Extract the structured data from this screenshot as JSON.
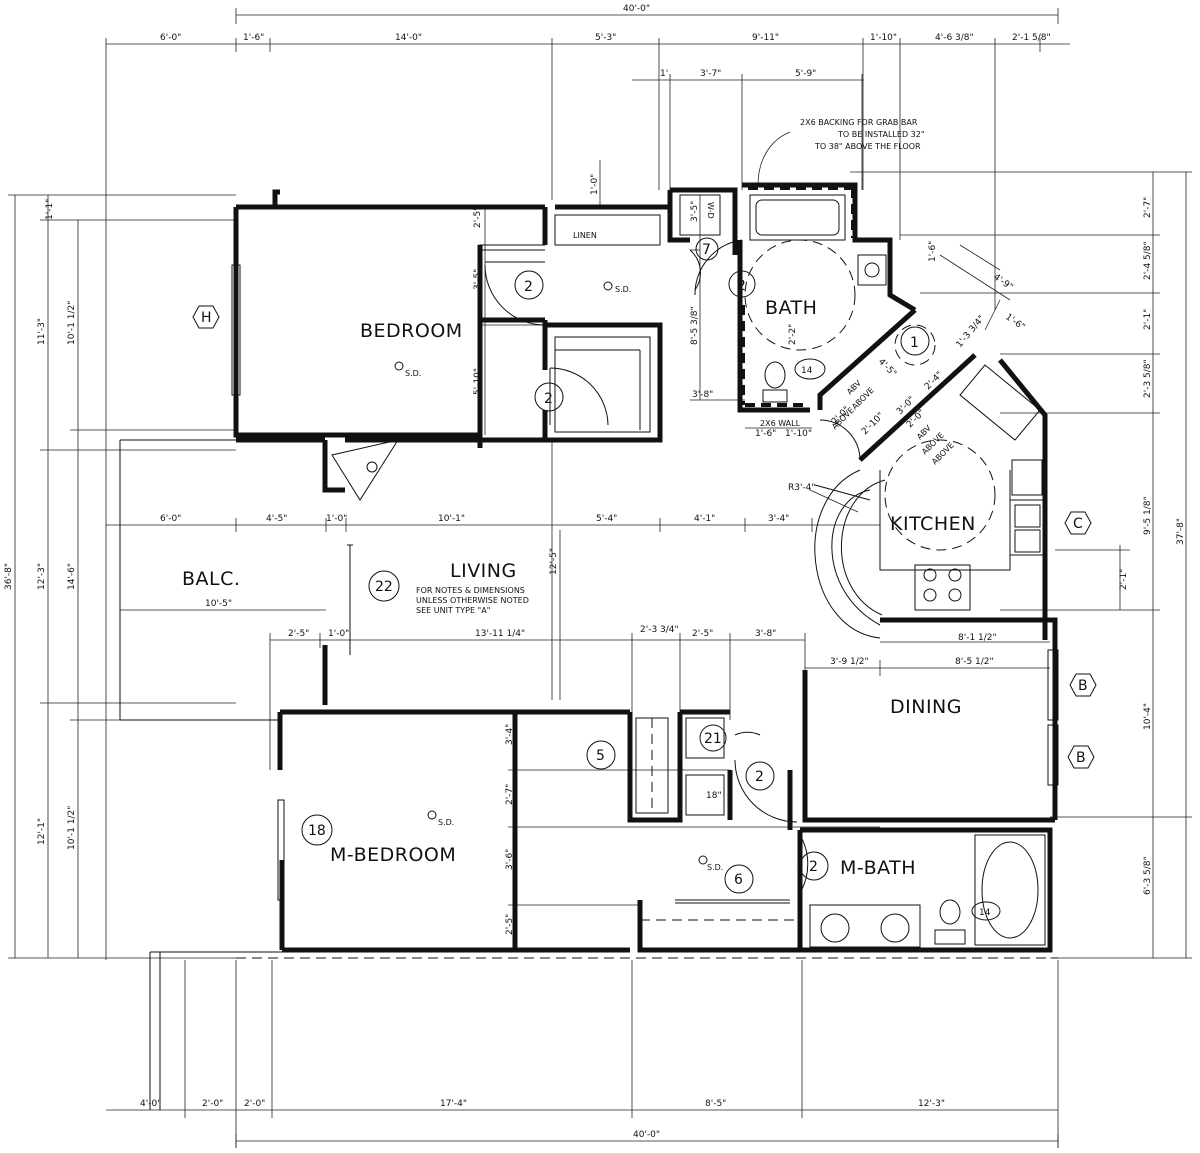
{
  "dimensions": {
    "overall_top": "40'-0\"",
    "overall_bottom": "40'-0\"",
    "top_row": [
      "6'-0\"",
      "1'-6\"",
      "14'-0\"",
      "5'-3\"",
      "9'-11\"",
      "1'-10\"",
      "4'-6 3/8\"",
      "2'-1 5/8\""
    ],
    "top_row2": [
      "1'",
      "3'-7\"",
      "5'-9\""
    ],
    "left_outer": "36'-8\"",
    "left_col2": [
      "11'-3\"",
      "12'-3\"",
      "12'-1\""
    ],
    "left_col3": [
      "1'-1\"",
      "10'-1 1/2\"",
      "14'-6\"",
      "10'-1 1/2\""
    ],
    "right_outer": "37'-8\"",
    "right_col": [
      "2'-7\"",
      "2'-4 5/8\"",
      "2'-1\"",
      "2'-3 5/8\"",
      "9'-5 1/8\"",
      "2'-1\"",
      "10'-4\"",
      "6'-3 5/8\""
    ],
    "bottom_row": [
      "4'-0\"",
      "2'-0\"",
      "2'-0\"",
      "17'-4\"",
      "8'-5\"",
      "12'-3\""
    ],
    "mid_row": [
      "6'-0\"",
      "4'-5\"",
      "1'-0\"",
      "10'-1\"",
      "5'-4\"",
      "4'-1\"",
      "3'-4\""
    ],
    "living_row": [
      "2'-5\"",
      "1'-0\"",
      "13'-11 1/4\"",
      "2'-3 3/4\"",
      "2'-5\"",
      "3'-8\""
    ],
    "dining_row": [
      "8'-1 1/2\"",
      "3'-9 1/2\"",
      "8'-5 1/2\""
    ],
    "balc_width": "10'-5\"",
    "living_height": "12'-5\"",
    "bedroom_v": [
      "2'-5\"",
      "3'-5\"",
      "5'-10\""
    ],
    "mbed_v": [
      "3'-4\"",
      "2'-7\"",
      "3'-6\"",
      "2'-5\""
    ],
    "bath_v": [
      "1'-0\"",
      "3'-5\"",
      "8'-5 3/8\"",
      "3'-8\""
    ],
    "bath_bottom": [
      "1'-6\"",
      "1'-10\""
    ],
    "bath_2x6": "2X6 WALL",
    "bath_22": "2'-2\"",
    "kitchen_r": "R3'-4\"",
    "closet_18": "18\"",
    "kitchen_diag": [
      "4'-9\"",
      "1'-6\"",
      "1'-3 3/4\"",
      "1'-6\"",
      "4'-5\"",
      "3'-0\"",
      "2'-4\"",
      "2'-0\"",
      "2'-10\"",
      "2'-0\""
    ],
    "above_labels": [
      "ABOVE",
      "ABOVE",
      "ABOVE",
      "ABOVE"
    ],
    "abv": [
      "ABV",
      "ABV"
    ]
  },
  "rooms": {
    "bedroom": "BEDROOM",
    "bath": "BATH",
    "kitchen": "KITCHEN",
    "balc": "BALC.",
    "living": "LIVING",
    "dining": "DINING",
    "m_bedroom": "M-BEDROOM",
    "m_bath": "M-BATH",
    "linen": "LINEN",
    "wd": "W-D"
  },
  "notes": {
    "grab_bar": [
      "2X6 BACKING FOR GRAB BAR",
      "TO BE INSTALLED 32\"",
      "TO 38\" ABOVE THE FLOOR"
    ],
    "living_note": [
      "FOR NOTES & DIMENSIONS",
      "UNLESS OTHERWISE NOTED",
      "SEE UNIT TYPE \"A\""
    ],
    "sd": "S.D."
  },
  "tags": {
    "circles": [
      "2",
      "2",
      "2",
      "7",
      "2",
      "1",
      "14",
      "22",
      "5",
      "21",
      "2",
      "18",
      "6",
      "2",
      "14"
    ],
    "hexagons": [
      "H",
      "C",
      "B",
      "B"
    ]
  }
}
